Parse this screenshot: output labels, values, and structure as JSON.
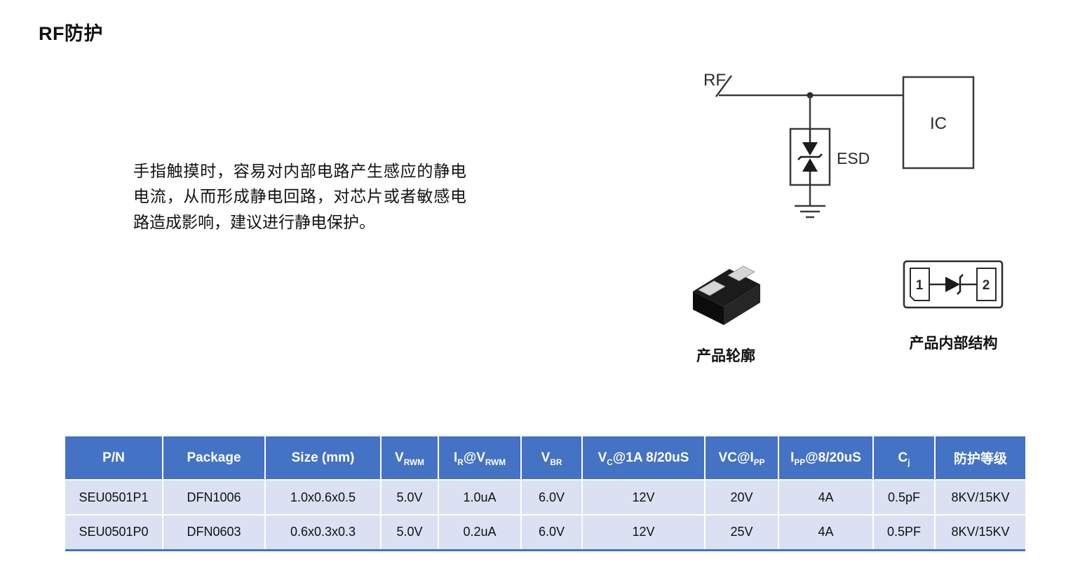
{
  "page": {
    "title": "RF防护",
    "description": "手指触摸时，容易对内部电路产生感应的静电电流，从而形成静电回路，对芯片或者敏感电路造成影响，建议进行静电保护。"
  },
  "diagram": {
    "rf_label": "RF",
    "ic_label": "IC",
    "esd_label": "ESD",
    "pin1_label": "1",
    "pin2_label": "2",
    "outline_caption": "产品轮廓",
    "structure_caption": "产品内部结构"
  },
  "table": {
    "headers": [
      {
        "parts": [
          {
            "text": "P/N"
          }
        ]
      },
      {
        "parts": [
          {
            "text": "Package"
          }
        ]
      },
      {
        "parts": [
          {
            "text": "Size (mm)"
          }
        ]
      },
      {
        "parts": [
          {
            "text": "V"
          },
          {
            "sub": "RWM"
          }
        ]
      },
      {
        "parts": [
          {
            "text": "I"
          },
          {
            "sub": "R"
          },
          {
            "text": "@V"
          },
          {
            "sub": "RWM"
          }
        ]
      },
      {
        "parts": [
          {
            "text": "V"
          },
          {
            "sub": "BR"
          }
        ]
      },
      {
        "parts": [
          {
            "text": "V"
          },
          {
            "sub": "C"
          },
          {
            "text": "@1A 8/20uS"
          }
        ]
      },
      {
        "parts": [
          {
            "text": "VC@I"
          },
          {
            "sub": "PP"
          }
        ]
      },
      {
        "parts": [
          {
            "text": "I"
          },
          {
            "sub": "PP"
          },
          {
            "text": "@8/20uS"
          }
        ]
      },
      {
        "parts": [
          {
            "text": "C"
          },
          {
            "sub": "j"
          }
        ]
      },
      {
        "parts": [
          {
            "text": "防护等级"
          }
        ]
      }
    ],
    "rows": [
      [
        "SEU0501P1",
        "DFN1006",
        "1.0x0.6x0.5",
        "5.0V",
        "1.0uA",
        "6.0V",
        "12V",
        "20V",
        "4A",
        "0.5pF",
        "8KV/15KV"
      ],
      [
        "SEU0501P0",
        "DFN0603",
        "0.6x0.3x0.3",
        "5.0V",
        "0.2uA",
        "6.0V",
        "12V",
        "25V",
        "4A",
        "0.5PF",
        "8KV/15KV"
      ]
    ],
    "colors": {
      "header_bg": "#4472C4",
      "header_text": "#FFFFFF",
      "row_bg": "#D9E1F2",
      "bottom_border": "#4472C4"
    }
  }
}
